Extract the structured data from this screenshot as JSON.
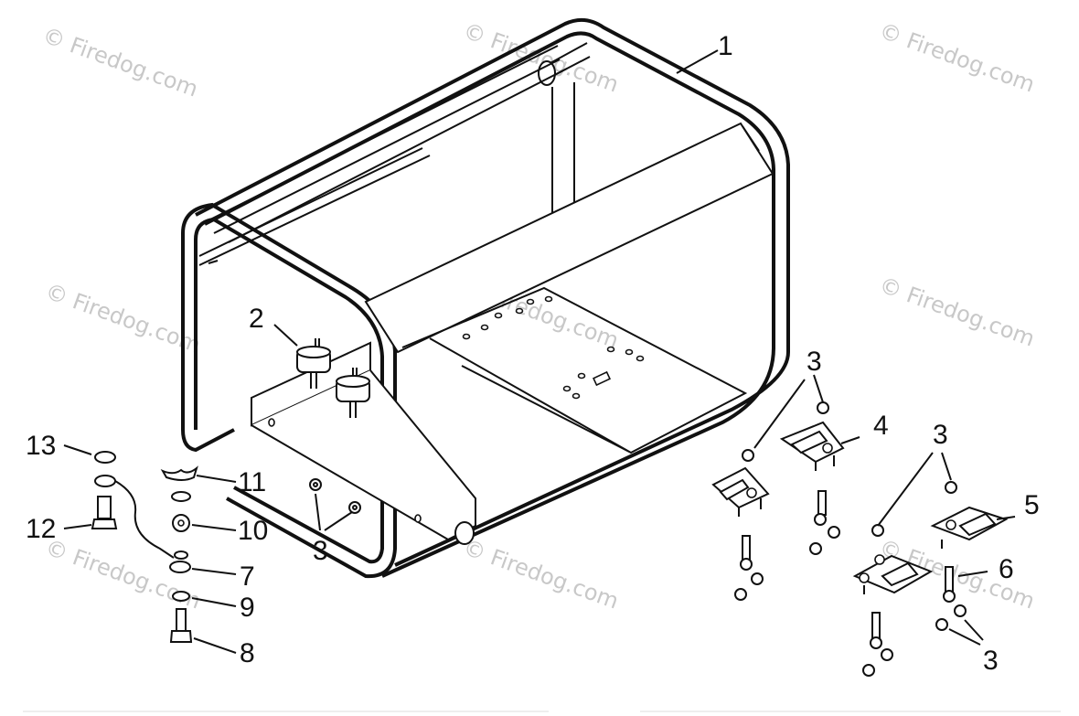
{
  "watermark": {
    "text": "© Firedog.com",
    "color": "#c8c8c8"
  },
  "callouts": {
    "c1": "1",
    "c2": "2",
    "c3a": "3",
    "c3b": "3",
    "c3c": "3",
    "c3d": "3",
    "c4": "4",
    "c5": "5",
    "c6": "6",
    "c7": "7",
    "c8": "8",
    "c9": "9",
    "c10": "10",
    "c11": "11",
    "c12": "12",
    "c13": "13"
  },
  "colors": {
    "line": "#111111",
    "background": "#ffffff"
  }
}
